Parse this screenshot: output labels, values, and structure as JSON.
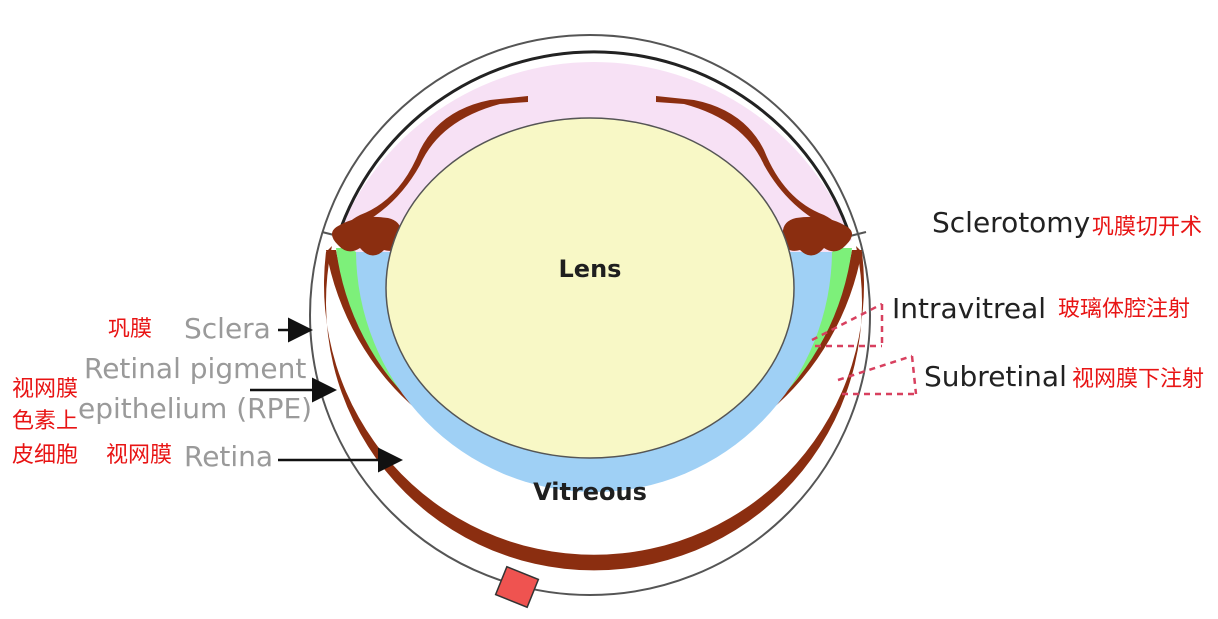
{
  "labels": {
    "lens": "Lens",
    "vitreous": "Vitreous",
    "sclerotomy": "Sclerotomy",
    "sclerotomy_zh": "巩膜切开术",
    "intravitreal": "Intravitreal",
    "intravitreal_zh": "玻璃体腔注射",
    "subretinal": "Subretinal",
    "subretinal_zh": "视网膜下注射",
    "sclera": "Sclera",
    "sclera_zh": "巩膜",
    "rpe_line1": "Retinal pigment",
    "rpe_line2": "epithelium (RPE)",
    "rpe_zh_line1": "视网膜",
    "rpe_zh_line2": "色素上",
    "rpe_zh_line3": "皮细胞",
    "retina": "Retina",
    "retina_zh": "视网膜"
  },
  "colors": {
    "lens": "#f8f8c6",
    "vitreous": "#9fd0f5",
    "retina": "#7df07a",
    "rpe": "#8b2e10",
    "anterior": "#f7e1f5",
    "injection": "#d8405f",
    "annotation_zh": "#e81414"
  }
}
